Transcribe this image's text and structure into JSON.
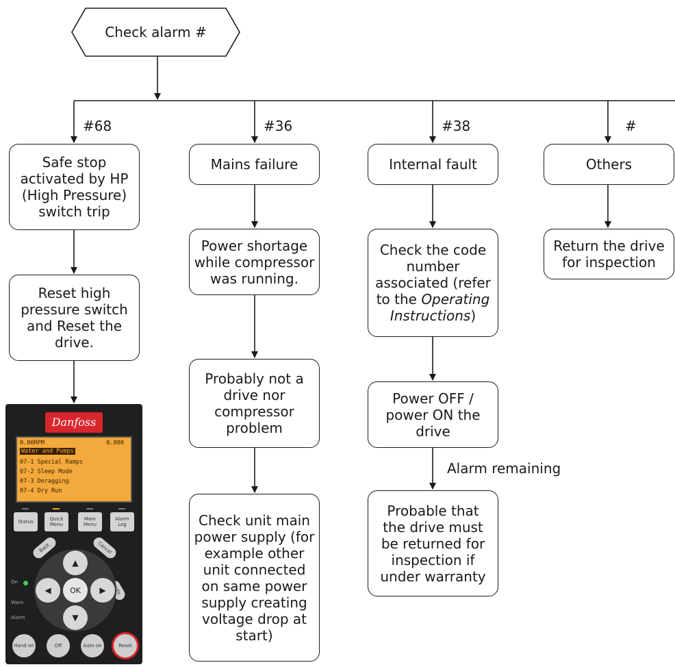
{
  "start": {
    "label": "Check alarm #"
  },
  "branches": [
    {
      "label": "#68"
    },
    {
      "label": "#36"
    },
    {
      "label": "#38"
    },
    {
      "label": "#"
    }
  ],
  "col1": {
    "box1": "Safe stop activated by HP (High Pressure) switch trip",
    "box2": "Reset high pressure switch and Reset the drive."
  },
  "col2": {
    "box1": "Mains failure",
    "box2": "Power shortage while compressor was running.",
    "box3": "Probably not a drive nor compressor problem",
    "box4": "Check unit main power supply (for example other unit connected on same power supply creating voltage drop at start)"
  },
  "col3": {
    "box1": "Internal fault",
    "box2_pre": "Check the code number associated (refer to the ",
    "box2_em": "Operating Instructions",
    "box2_post": ")",
    "box3": "Power OFF / power ON the drive",
    "edge_label": "Alarm remaining",
    "box4": "Probable that the drive must be returned for inspection if under warranty"
  },
  "col4": {
    "box1": "Others",
    "box2": "Return the drive for inspection"
  },
  "keypad": {
    "logo": "Danfoss",
    "screen_line1_left": "0.00RPM",
    "screen_line1_right": "0.000",
    "screen_line2": "Water and Pumps",
    "menu_items": [
      "07-1 Special Ramps",
      "07-2 Sleep Mode",
      "07-3 Deragging",
      "07-4 Dry Run"
    ],
    "top_buttons": [
      "Status",
      "Quick Menu",
      "Main Menu",
      "Alarm Log"
    ],
    "back": "Back",
    "cancel": "Cancel",
    "ok": "OK",
    "info": "Info",
    "indicators": [
      "On",
      "Warn.",
      "Alarm"
    ],
    "bottom_buttons": [
      "Hand on",
      "Off",
      "Auto on",
      "Reset"
    ]
  },
  "colors": {
    "line": "#1a1a1a",
    "keypad_bg": "#1f1f1f",
    "screen": "#f3a93b",
    "brand": "#d9252c"
  }
}
